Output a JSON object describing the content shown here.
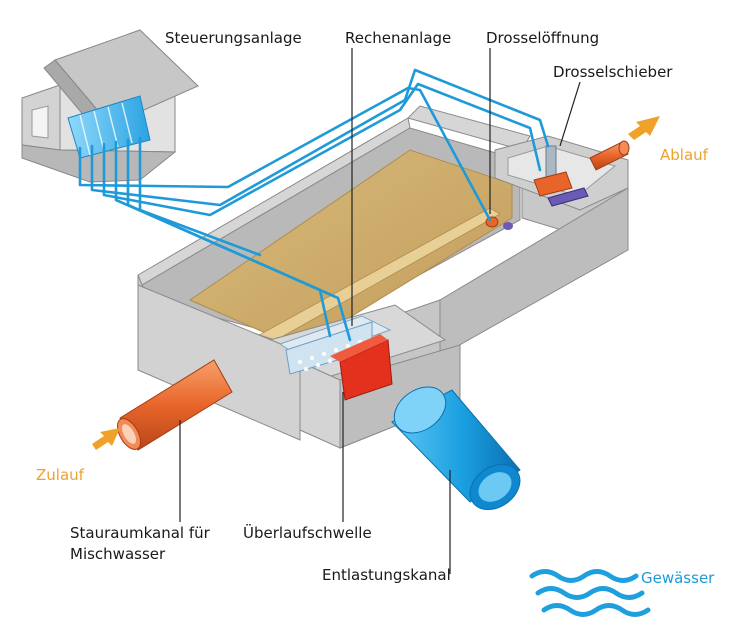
{
  "labels": {
    "steuerung": "Steuerungsanlage",
    "rechen": "Rechenanlage",
    "drosseloeffnung": "Drosselöffnung",
    "drosselschieber": "Drosselschieber",
    "ablauf": "Ablauf",
    "zulauf": "Zulauf",
    "stauraum_line1": "Stauraumkanal für",
    "stauraum_line2": "Mischwasser",
    "ueberlauf": "Überlaufschwelle",
    "entlastung": "Entlastungskanal",
    "gewaesser": "Gewässer"
  },
  "colors": {
    "flow_arrow": "#f0a12a",
    "cable": "#1f9ad8",
    "inlet_pipe": "#ec6a2c",
    "relief_pipe": "#1a9fe0",
    "weir": "#e3311d",
    "sediment": "#c9a86a",
    "concrete": "#c4c4c4"
  },
  "icons": [
    "flow-arrow-icon",
    "water-waves-icon"
  ]
}
